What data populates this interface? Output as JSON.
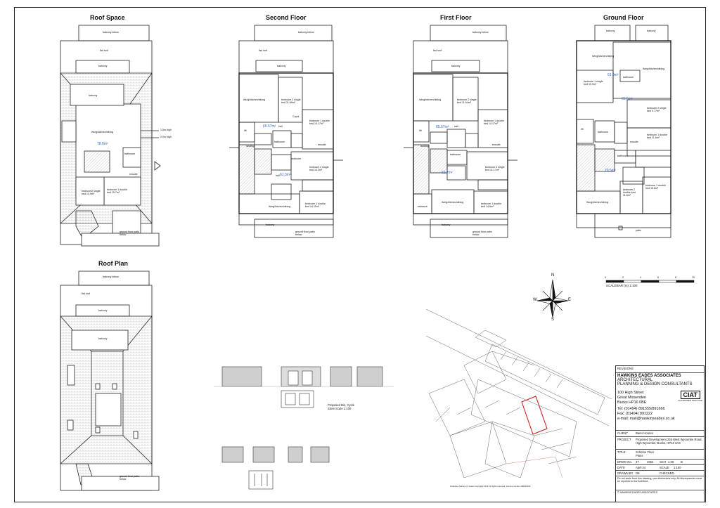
{
  "titles": {
    "roof_space": "Roof Space",
    "second_floor": "Second Floor",
    "first_floor": "First Floor",
    "ground_floor": "Ground Floor",
    "roof_plan": "Roof Plan"
  },
  "roof_space": {
    "balcony_below": "balcony below",
    "flat_roof": "flat roof",
    "balcony": "balcony",
    "balcony2": "balcony",
    "living": "living/kitchen/dining",
    "area": "78.6m²",
    "h1": "1.5m high",
    "h2": "2.0m high",
    "bathroom": "bathroom",
    "ensuite": "ensuite",
    "bed2": "bedroom2 single bed 10.9m²",
    "bed1": "bedroom 1 double bed 15.7m²",
    "patio": "ground floor patio below"
  },
  "second_floor": {
    "balcony_below": "balcony below",
    "flat_roof": "flat roof",
    "balcony": "balcony",
    "living": "living/kitchen/dining",
    "bed2": "bedroom 2 single bed 11.69m²",
    "hall": "hall",
    "area1": "65.57m²",
    "cupd": "Cup'd",
    "bed1": "bedroom 1 double bed 14.17m²",
    "lift": "lift",
    "landing": "landing",
    "bathroom": "bathroom",
    "ensuite": "ensuite",
    "bedroom": "bedroom",
    "area2": "61.3m²",
    "bed2b": "bedroom 2 single bed 10.2m²",
    "hall2": "hall",
    "living2": "living/kitchen/dining",
    "bed1b": "bedroom 1 double bed 14.11m²",
    "balcony2": "balcony",
    "patio": "ground floor patio below"
  },
  "first_floor": {
    "balcony_below": "balcony below",
    "flat_roof": "flat roof",
    "balcony": "balcony",
    "living": "living/kitchen/dining",
    "bed2": "bedroom 2 single bed 11.64m²",
    "hall": "hall",
    "area1": "65.57m²",
    "bed1": "bedroom 1 double bed 14.17m²",
    "lift": "lift",
    "landing": "landing",
    "bathroom": "bathroom",
    "ensuite": "ensuite",
    "area2": "63.7m²",
    "bed2b": "bedroom 2 single bed 11.17m²",
    "entrance": "entrance",
    "living2": "living/kitchen/dining",
    "bed1b": "bedroom 1 double bed 14.6m²",
    "balcony2": "balcony",
    "patio": "ground floor patio below"
  },
  "ground_floor": {
    "balcony1": "balcony",
    "balcony2": "balcony",
    "living": "living/kitchen/dining",
    "living_r": "living/kitchen/dining",
    "area1": "61.9m²",
    "bathroom": "bathroom",
    "bed1": "bedroom 1 single bed 19.9m²",
    "area2": "65.5m²",
    "bed2": "bedroom 2 single bed 9.77m²",
    "lift": "lift",
    "bathroom2": "bathroom",
    "ensuite": "ensuite",
    "bed1b": "bedroom 1 double bed 11.6m²",
    "area3": "70.5m²",
    "bathroom3": "bathroom",
    "living2": "living/kitchen/dining",
    "bed2c": "bedroom 2 double bed 11.8m²",
    "bed1c": "bedroom 1 double bed 19.8m²",
    "patio": "patio"
  },
  "roof_plan": {
    "balcony_below": "balcony below",
    "flat_roof": "flat roof",
    "balcony": "balcony",
    "balcony2": "balcony",
    "patio": "ground floor patio below"
  },
  "scalebar": {
    "ticks": [
      "0",
      "2",
      "4",
      "6",
      "8",
      "10"
    ],
    "label": "SCALEBAR (m) 1:100"
  },
  "compass": {
    "n": "N",
    "s": "S",
    "e": "E",
    "w": "W"
  },
  "bike_store": {
    "caption": "Proposed Bin, Cycle Store Scale 1:100"
  },
  "site_plan_note": "Ordnance Survey (c) Crown Copyright 2016. All rights reserved. Licence number 100022432",
  "titleblock": {
    "revisions": "REVISIONS",
    "company": "HAWKINS EADES ASSOCIATES",
    "sub1": "ARCHITECTURAL",
    "sub2": "PLANNING & DESIGN CONSULTANTS",
    "addr1": "100 High Street",
    "addr2": "Great Missenden",
    "addr3": "Bucks HP16 0BE",
    "tel": "Tel: (01494) 891555/891666",
    "fax": "Fax: (01494) 891222",
    "email": "e-mail: mail@hawkinseades.co.uk",
    "ciat": "CIAT",
    "ciat_sub": "CHARTERED PRACTICE",
    "client_k": "CLIENT",
    "client_v": "Barer Homes",
    "project_k": "PROJECT",
    "project_v": "Proposed Development 255 West Wycombe Road, High Wycombe, Bucks, HP12 3AS",
    "title_k": "TITLE",
    "title_v": "Scheme Floor Plans",
    "drwg_k": "DRWG No.",
    "drwg_a": "47",
    "drwg_b": "4664",
    "sch_k": "SCH",
    "sch_v": "1.00",
    "rev_v": "B",
    "date_k": "DATE",
    "date_v": "April 24",
    "scale_k": "SCALE",
    "scale_v": "1:100",
    "drawn_k": "DRAWN BY",
    "drawn_v": "DE",
    "checked_k": "CHECKED",
    "checked_v": "-",
    "note": "Do not scale from this drawing, use dimensions only. All discrepancies must be reported to the Architect.",
    "copyright": "© HAWKINS EADES ASSOCIATES"
  }
}
